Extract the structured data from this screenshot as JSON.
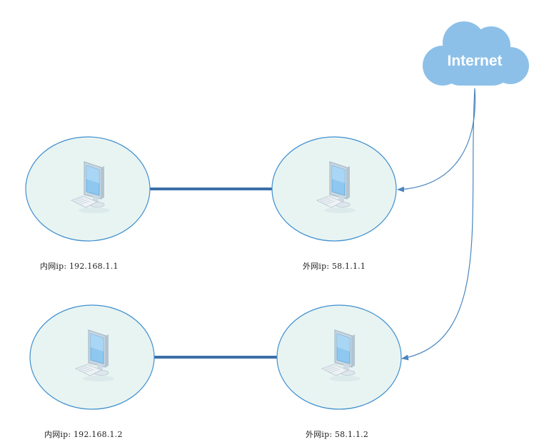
{
  "cloud": {
    "label": "Internet",
    "fill_color": "#8cc0e8",
    "text_color": "#ffffff"
  },
  "nodes": [
    {
      "id": "inner-1",
      "label": "内网ip: 192.168.1.1",
      "icon": "desktop-computer-icon"
    },
    {
      "id": "outer-1",
      "label": "外网ip: 58.1.1.1",
      "icon": "desktop-computer-icon"
    },
    {
      "id": "inner-2",
      "label": "内网ip: 192.168.1.2",
      "icon": "desktop-computer-icon"
    },
    {
      "id": "outer-2",
      "label": "外网ip: 58.1.1.2",
      "icon": "desktop-computer-icon"
    }
  ],
  "links": [
    {
      "from": "inner-1",
      "to": "outer-1",
      "kind": "cable"
    },
    {
      "from": "inner-2",
      "to": "outer-2",
      "kind": "cable"
    },
    {
      "from": "internet",
      "to": "outer-1",
      "kind": "arrow"
    },
    {
      "from": "internet",
      "to": "outer-2",
      "kind": "arrow"
    }
  ],
  "colors": {
    "node_fill": "#e8f4f1",
    "node_stroke": "#3f8fd0",
    "link_color": "#3b6fa8",
    "arrow_color": "#4a86c0",
    "monitor_screen": "#8ec8f0",
    "monitor_frame": "#d0dde6",
    "keyboard": "#eef2f5"
  }
}
